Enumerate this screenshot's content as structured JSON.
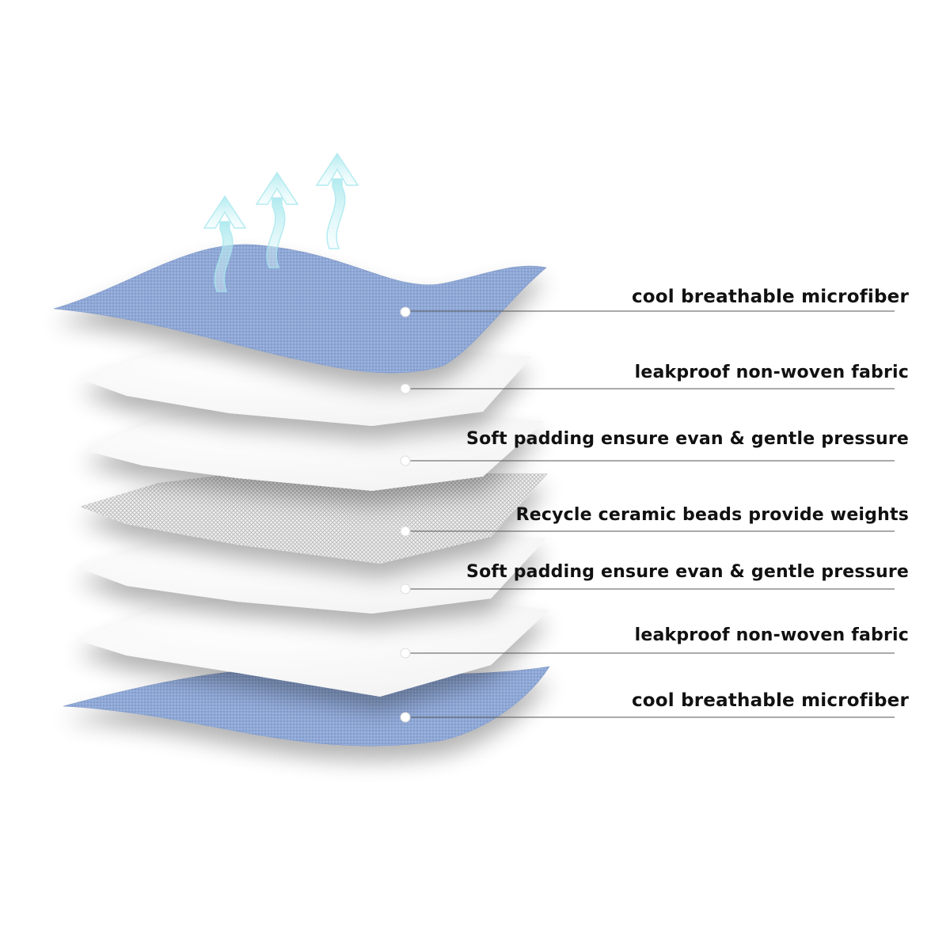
{
  "layers": [
    {
      "label": "cool breathable microfiber",
      "kind": "microfiber"
    },
    {
      "label": "leakproof non-woven fabric",
      "kind": "nonwoven"
    },
    {
      "label": "Soft padding ensure evan & gentle pressure",
      "kind": "padding"
    },
    {
      "label": "Recycle ceramic beads provide weights",
      "kind": "mesh"
    },
    {
      "label": "Soft padding ensure evan & gentle pressure",
      "kind": "padding"
    },
    {
      "label": "leakproof non-woven fabric",
      "kind": "nonwoven"
    },
    {
      "label": "cool breathable microfiber",
      "kind": "microfiber"
    }
  ],
  "icons": [
    "airflow-arrow-icon",
    "airflow-arrow-icon",
    "airflow-arrow-icon"
  ],
  "colors": {
    "microfiber": "#8fa8d6",
    "white_layer": "#fbfbfb",
    "mesh": "#e4e4e4",
    "arrow": "#bfeff2",
    "leader_line": "#555555",
    "label_text": "#111111"
  }
}
